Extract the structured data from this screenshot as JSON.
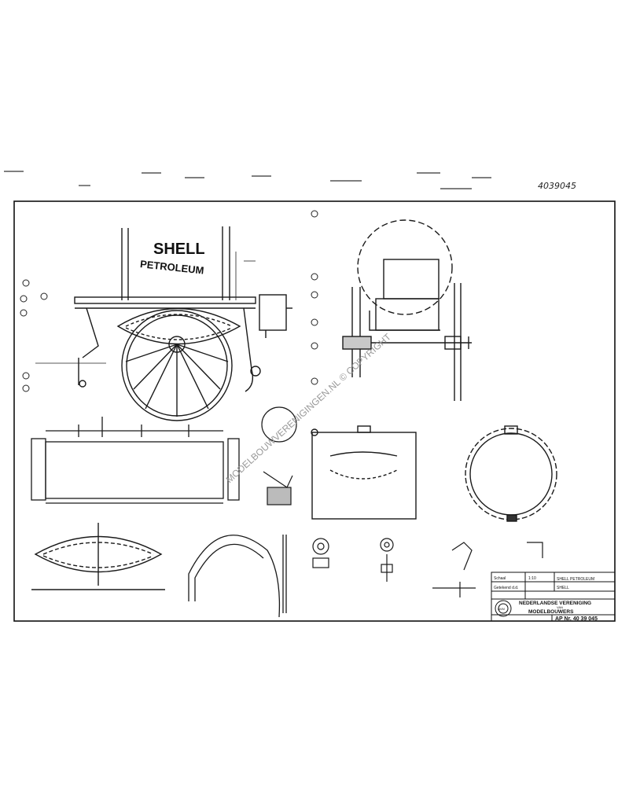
{
  "header": {
    "handwritten_number": "4039045"
  },
  "cart": {
    "brand_text": "SHELL",
    "product_text": "PETROLEUM"
  },
  "watermark": {
    "text": "MODELBOUWVERENIGINGEN.NL © COPYRIGHT"
  },
  "title_block": {
    "scale_label": "Schaal",
    "scale_value": "1:10",
    "drawing_title_line1": "SHELL PETROLEUM",
    "drawing_title_line2": "SHELL",
    "generated_label": "Getekend d.d.",
    "organisation_line1": "NEDERLANDSE VERENIGING",
    "organisation_line2": "VAN",
    "organisation_line3": "MODELBOUWERS",
    "drawing_number": "AP Nr. 40 39 045",
    "stamp_text": "NVM"
  },
  "colors": {
    "ink": "#1a1a1a",
    "paper": "#ffffff",
    "watermark": "#9a9a9a"
  }
}
